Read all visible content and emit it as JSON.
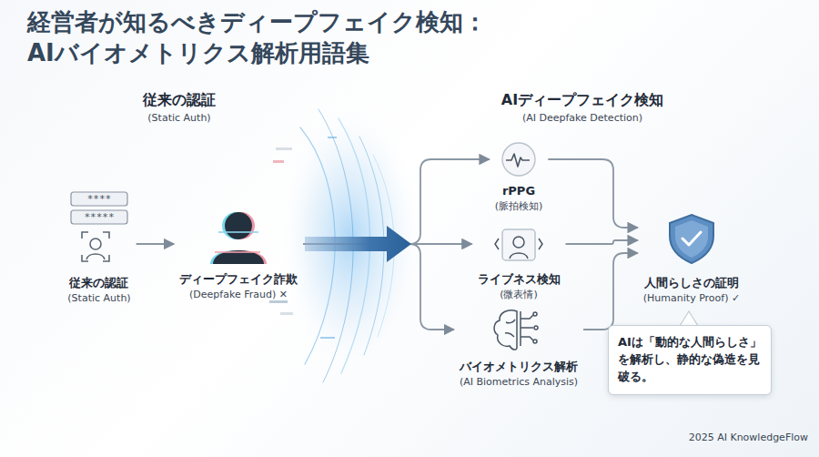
{
  "diagram": {
    "title": "経営者が知るべきディープフェイク検知： AIバイオメトリクス解析用語集",
    "nodes": [
      {
        "text": [
          "従来の認証",
          "(Static Auth)"
        ]
      },
      {
        "text": [
          "ディープフェイク詐欺",
          "(Deepfake Fraud) ✕"
        ]
      },
      {
        "text": [
          "rPPG",
          "(脈拍検知)"
        ]
      },
      {
        "text": [
          "ライブネス検知",
          "(微表情)"
        ]
      },
      {
        "text": [
          "バイオメトリクス解析",
          "(AI Biometrics Analysis)"
        ]
      },
      {
        "text": [
          "人間らしさの証明",
          "(Humanity Proof) ✓"
        ]
      },
      {
        "text": [
          "AIは「動的な人間らしさ」を解析し、静的な偽造を見破る。"
        ]
      }
    ],
    "edges": [
      {
        "from": 0,
        "to": 1,
        "arrow": "to"
      },
      {
        "from": 1,
        "to": 2,
        "arrow": "to"
      },
      {
        "from": 1,
        "to": 3,
        "arrow": "to"
      },
      {
        "from": 1,
        "to": 4,
        "arrow": "to"
      },
      {
        "from": 2,
        "to": 5,
        "arrow": "to"
      },
      {
        "from": 3,
        "to": 5,
        "arrow": "to"
      },
      {
        "from": 4,
        "to": 5,
        "arrow": "to"
      }
    ],
    "labels": [
      "従来の認証",
      "(Static Auth)",
      "AIディープフェイク検知",
      "(AI Deepfake Detection)",
      "****",
      "*****",
      "2025 AI KnowledgeFlow"
    ]
  }
}
